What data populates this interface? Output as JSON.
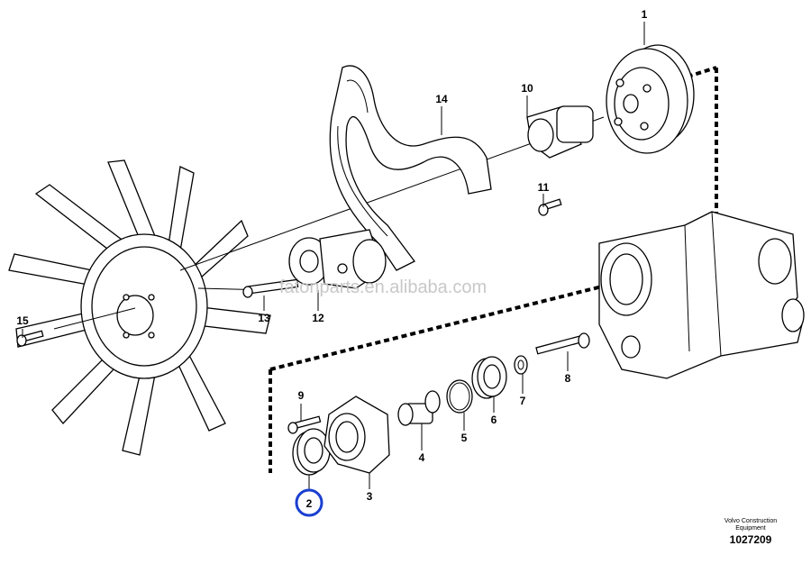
{
  "callouts": [
    {
      "id": "1",
      "label": "1"
    },
    {
      "id": "2",
      "label": "2"
    },
    {
      "id": "3",
      "label": "3"
    },
    {
      "id": "4",
      "label": "4"
    },
    {
      "id": "5",
      "label": "5"
    },
    {
      "id": "6",
      "label": "6"
    },
    {
      "id": "7",
      "label": "7"
    },
    {
      "id": "8",
      "label": "8"
    },
    {
      "id": "9",
      "label": "9"
    },
    {
      "id": "10",
      "label": "10"
    },
    {
      "id": "11",
      "label": "11"
    },
    {
      "id": "12",
      "label": "12"
    },
    {
      "id": "13",
      "label": "13"
    },
    {
      "id": "14",
      "label": "14"
    },
    {
      "id": "15",
      "label": "15"
    }
  ],
  "highlighted_callout": "2",
  "highlight_color": "#1a3fd0",
  "watermark": "fatonparts.en.alibaba.com",
  "brand_line1": "Volvo Construction",
  "brand_line2": "Equipment",
  "drawing_number": "1027209"
}
